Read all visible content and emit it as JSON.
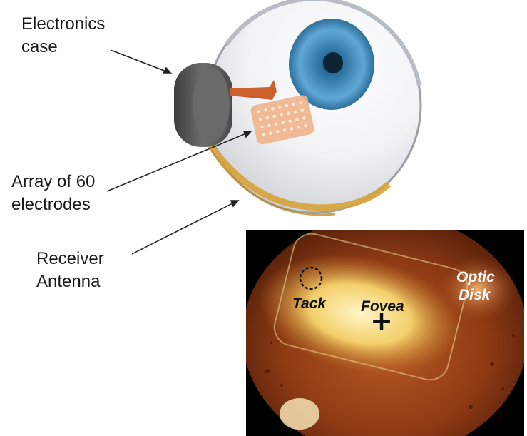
{
  "labels": {
    "electronics_case": [
      "Electronics",
      "case"
    ],
    "electrode_array": [
      "Array of 60",
      "electrodes"
    ],
    "receiver_antenna": [
      "Receiver",
      "Antenna"
    ]
  },
  "fundus_photo": {
    "tack_label": "Tack",
    "fovea_label": "Fovea",
    "optic_disk_label": [
      "Optic",
      "Disk"
    ],
    "fovea_marker": "+"
  },
  "colors": {
    "iris": "#3d8fc1",
    "electrode_array": "#f0b48c",
    "cable": "#c9602e",
    "antenna_coil": "#d6a33a",
    "case": "#5a5a5a",
    "retina": "#8e3a14"
  }
}
